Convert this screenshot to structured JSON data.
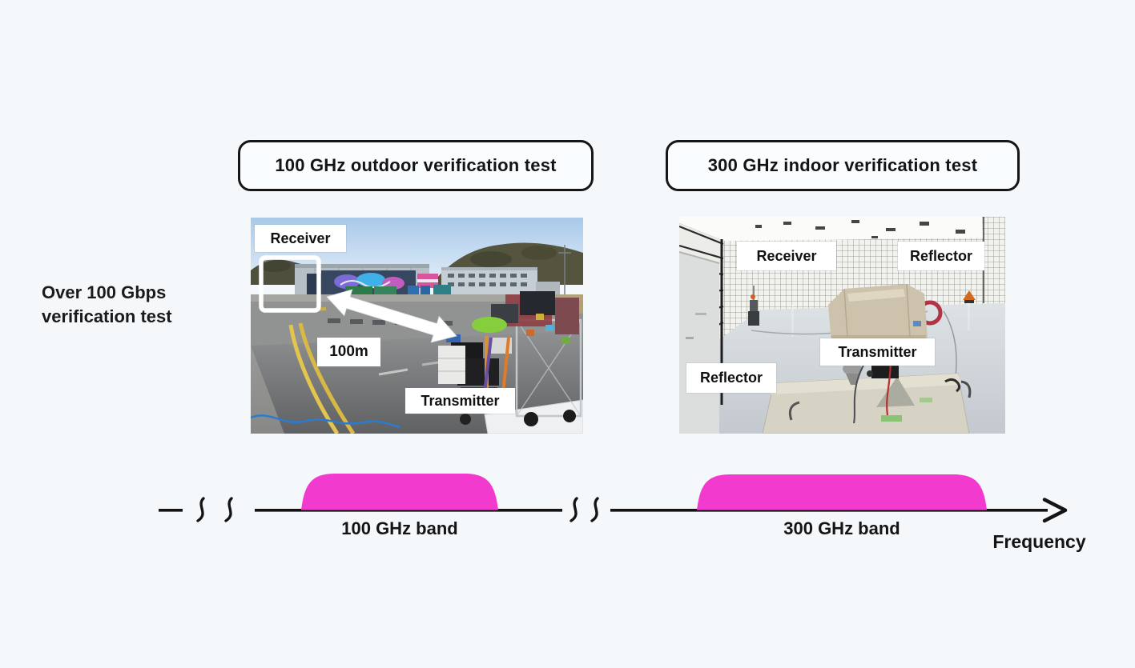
{
  "colors": {
    "background": "#f5f8fb",
    "band_magenta": "#f23bce",
    "ink": "#141414"
  },
  "side_label": {
    "line1": "Over 100 Gbps",
    "line2": "verification test"
  },
  "outdoor": {
    "title": "100 GHz outdoor verification test",
    "labels": {
      "receiver": "Receiver",
      "distance": "100m",
      "transmitter": "Transmitter"
    }
  },
  "indoor": {
    "title": "300 GHz indoor verification test",
    "labels": {
      "receiver": "Receiver",
      "reflector_top": "Reflector",
      "transmitter": "Transmitter",
      "reflector_bottom": "Reflector"
    }
  },
  "axis": {
    "band_low": "100 GHz band",
    "band_high": "300 GHz band",
    "label": "Frequency"
  }
}
